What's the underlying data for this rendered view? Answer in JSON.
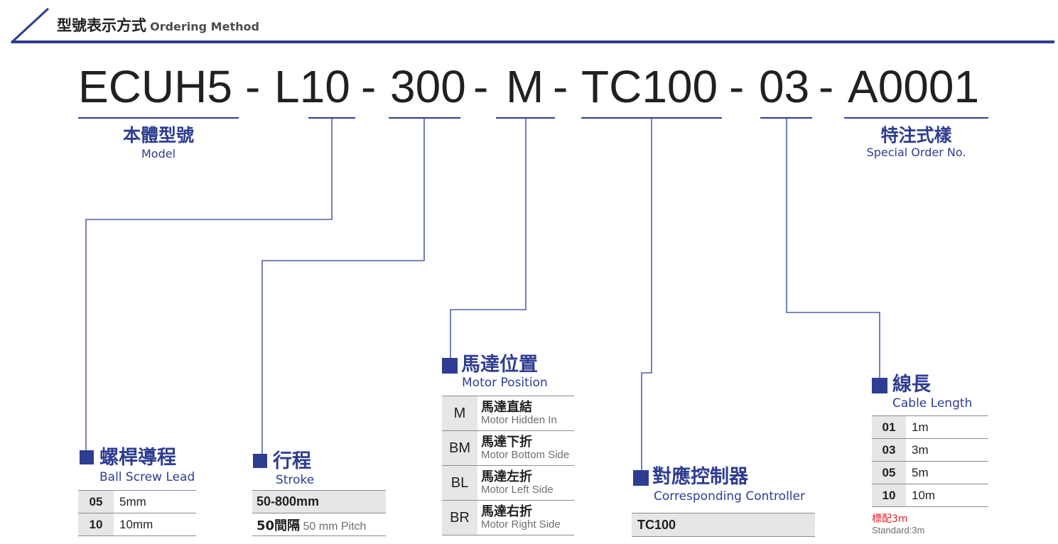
{
  "header": {
    "title_cn": "型號表示方式",
    "title_en": "Ordering Method"
  },
  "code": {
    "parts": [
      "ECUH5",
      "L10",
      "300",
      "M",
      "TC100",
      "03",
      "A0001"
    ],
    "separator": "-"
  },
  "model": {
    "cn": "本體型號",
    "en": "Model"
  },
  "special": {
    "cn": "特注式樣",
    "en": "Special Order No."
  },
  "lead": {
    "cn": "螺桿導程",
    "en": "Ball Screw Lead",
    "rows": [
      {
        "code": "05",
        "value": "5mm"
      },
      {
        "code": "10",
        "value": "10mm"
      }
    ]
  },
  "stroke": {
    "cn": "行程",
    "en": "Stroke",
    "range": "50-800mm",
    "pitch_cn": "50間隔",
    "pitch_en": "50 mm Pitch"
  },
  "motor": {
    "cn": "馬達位置",
    "en": "Motor Position",
    "rows": [
      {
        "code": "M",
        "cn": "馬達直結",
        "en": "Motor Hidden In"
      },
      {
        "code": "BM",
        "cn": "馬達下折",
        "en": "Motor Bottom Side"
      },
      {
        "code": "BL",
        "cn": "馬達左折",
        "en": "Motor Left Side"
      },
      {
        "code": "BR",
        "cn": "馬達右折",
        "en": "Motor Right Side"
      }
    ]
  },
  "controller": {
    "cn": "對應控制器",
    "en": "Corresponding Controller",
    "value": "TC100"
  },
  "cable": {
    "cn": "線長",
    "en": "Cable Length",
    "rows": [
      {
        "code": "01",
        "value": "1m"
      },
      {
        "code": "03",
        "value": "3m"
      },
      {
        "code": "05",
        "value": "5m"
      },
      {
        "code": "10",
        "value": "10m"
      }
    ],
    "note_cn": "標配3m",
    "note_en": "Standard:3m"
  },
  "colors": {
    "accent": "#2e3d91",
    "note_red": "#e4202e",
    "table_key_bg": "#e6e6e6"
  }
}
